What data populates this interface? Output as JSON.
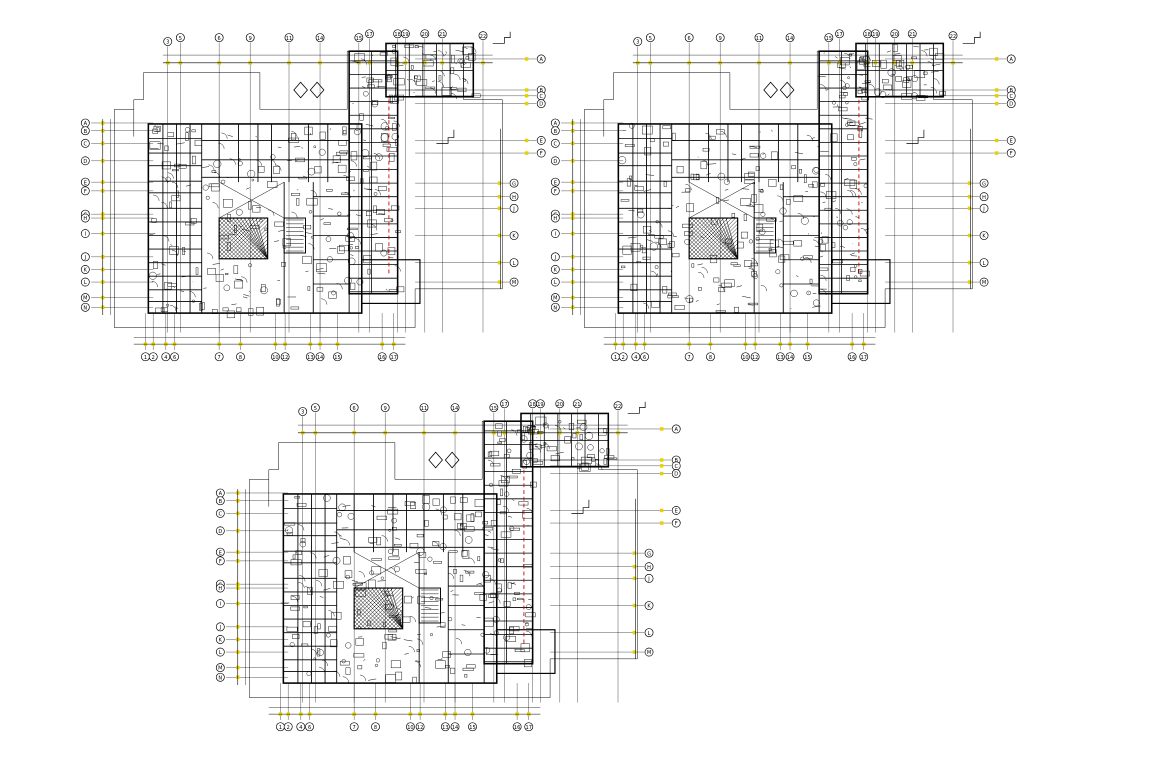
{
  "sheet": {
    "background": "#ffffff",
    "line_color": "#000000",
    "gridline_marker_color": "#e6d200",
    "accent_red": "#cc0000"
  },
  "plans": [
    {
      "id": "plan-top-left",
      "top_grid_labels": [
        "3",
        "5",
        "6",
        "9",
        "11",
        "14",
        "15",
        "17",
        "18",
        "19",
        "20",
        "21",
        "22"
      ],
      "bottom_grid_labels": [
        "1",
        "2",
        "4",
        "6",
        "7",
        "8",
        "10",
        "12",
        "13",
        "14",
        "15",
        "16",
        "17"
      ],
      "left_grid_labels": [
        "A",
        "B",
        "C",
        "D",
        "E",
        "F",
        "G",
        "H",
        "I",
        "J",
        "K",
        "L",
        "M",
        "N"
      ],
      "right_grid_labels": [
        "A",
        "B",
        "C",
        "D",
        "E",
        "F",
        "G",
        "H",
        "J",
        "K",
        "L",
        "M"
      ]
    },
    {
      "id": "plan-top-right",
      "top_grid_labels": [
        "3",
        "5",
        "6",
        "9",
        "11",
        "14",
        "15",
        "17",
        "18",
        "19",
        "20",
        "21",
        "22"
      ],
      "bottom_grid_labels": [
        "1",
        "2",
        "4",
        "6",
        "7",
        "8",
        "10",
        "12",
        "13",
        "14",
        "15",
        "16",
        "17"
      ],
      "left_grid_labels": [
        "A",
        "B",
        "C",
        "D",
        "E",
        "F",
        "G",
        "H",
        "I",
        "J",
        "K",
        "L",
        "M",
        "N"
      ],
      "right_grid_labels": [
        "A",
        "B",
        "C",
        "D",
        "E",
        "F",
        "G",
        "H",
        "J",
        "K",
        "L",
        "M"
      ]
    },
    {
      "id": "plan-bottom",
      "top_grid_labels": [
        "3",
        "5",
        "6",
        "9",
        "11",
        "14",
        "15",
        "17",
        "18",
        "19",
        "20",
        "21",
        "22"
      ],
      "bottom_grid_labels": [
        "1",
        "2",
        "4",
        "6",
        "7",
        "8",
        "10",
        "12",
        "13",
        "14",
        "15",
        "16",
        "17"
      ],
      "left_grid_labels": [
        "A",
        "B",
        "C",
        "D",
        "E",
        "F",
        "G",
        "H",
        "I",
        "J",
        "K",
        "L",
        "M",
        "N"
      ],
      "right_grid_labels": [
        "A",
        "B",
        "C",
        "D",
        "E",
        "F",
        "G",
        "H",
        "J",
        "K",
        "L",
        "M"
      ]
    }
  ]
}
